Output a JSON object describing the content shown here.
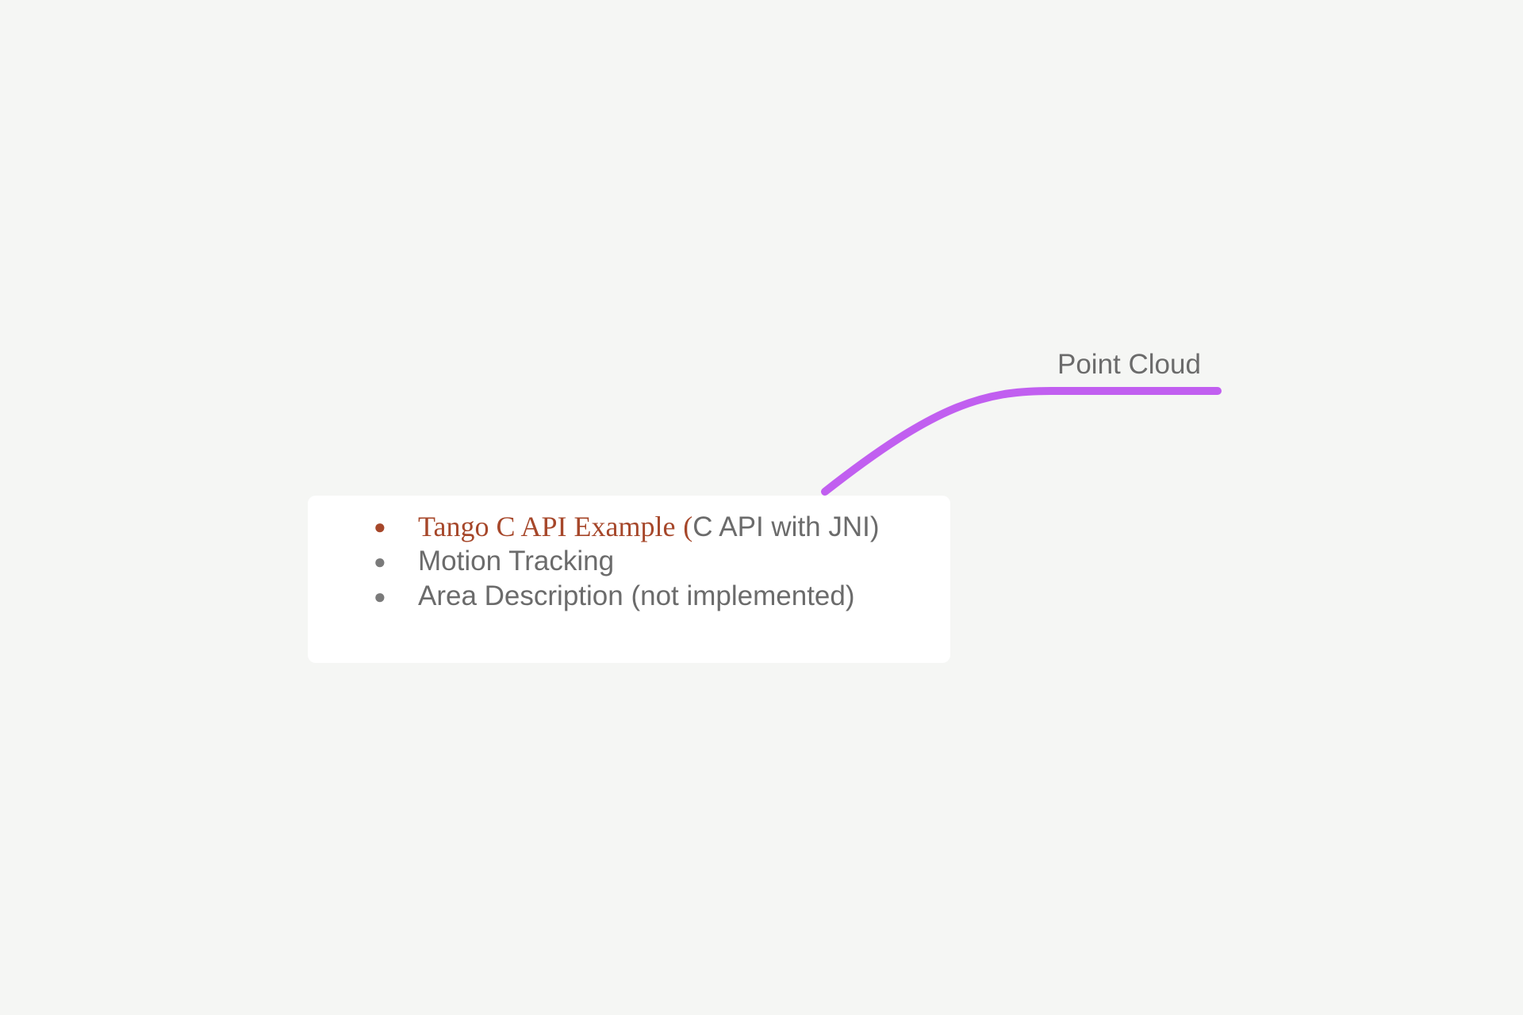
{
  "colors": {
    "background": "#f5f6f4",
    "branch": "#c15ff0",
    "link": "#a6472a",
    "text": "#6b6b6b",
    "card": "#ffffff"
  },
  "topic": {
    "label": "Point Cloud"
  },
  "note": {
    "items": [
      {
        "link_text": "Tango C API Example",
        "paren_open": "(",
        "text": "C API with JNI)"
      },
      {
        "text": "Motion Tracking"
      },
      {
        "text": "Area Description (not implemented)"
      }
    ]
  }
}
